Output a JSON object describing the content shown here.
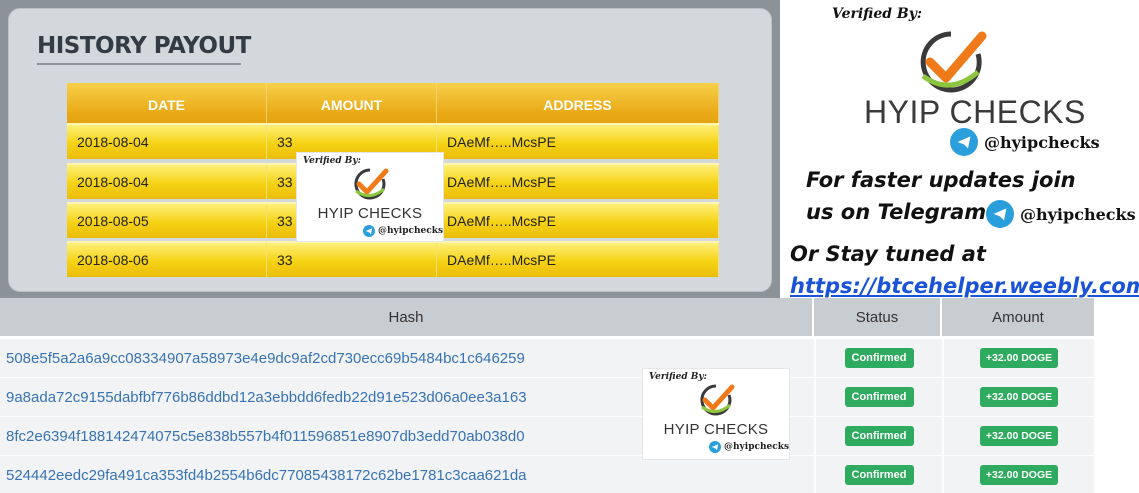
{
  "payout": {
    "title": "HISTORY PAYOUT",
    "columns": {
      "date": "DATE",
      "amount": "AMOUNT",
      "address": "ADDRESS"
    },
    "rows": [
      {
        "date": "2018-08-04",
        "amount": "33",
        "address": "DAeMf…..McsPE"
      },
      {
        "date": "2018-08-04",
        "amount": "33",
        "address": "DAeMf…..McsPE"
      },
      {
        "date": "2018-08-05",
        "amount": "33",
        "address": "DAeMf…..McsPE"
      },
      {
        "date": "2018-08-06",
        "amount": "33",
        "address": "DAeMf…..McsPE"
      }
    ]
  },
  "badge": {
    "verified": "Verified By:",
    "name": "HYIP CHECKS",
    "handle": "@hyipchecks"
  },
  "promo": {
    "line1": "For faster updates join",
    "line2": "us on Telegram",
    "handle": "@hyipchecks",
    "line3": "Or Stay tuned at",
    "link": "https://btcehelper.weebly.com"
  },
  "hashes": {
    "columns": {
      "hash": "Hash",
      "status": "Status",
      "amount": "Amount"
    },
    "rows": [
      {
        "hash": "508e5f5a2a6a9cc08334907a58973e4e9dc9af2cd730ecc69b5484bc1c646259",
        "status": "Confirmed",
        "amount": "+32.00 DOGE"
      },
      {
        "hash": "9a8ada72c9155dabfbf776b86ddbd12a3ebbdd6fedb22d91e523d06a0ee3a163",
        "status": "Confirmed",
        "amount": "+32.00 DOGE"
      },
      {
        "hash": "8fc2e6394f188142474075c5e838b557b4f011596851e8907db3edd70ab038d0",
        "status": "Confirmed",
        "amount": "+32.00 DOGE"
      },
      {
        "hash": "524442eedc29fa491ca353fd4b2554b6dc77085438172c62be1781c3caa621da",
        "status": "Confirmed",
        "amount": "+32.00 DOGE"
      }
    ]
  },
  "colors": {
    "gold_header": "#e9a915",
    "gold_row": "#f6d214",
    "confirmed_green": "#2eab5e",
    "hash_link": "#3873b3",
    "telegram_blue": "#2b9fdc",
    "promo_link": "#1a52d8"
  },
  "icons": {
    "logo": "check-shield-logo-icon",
    "telegram": "telegram-icon"
  }
}
